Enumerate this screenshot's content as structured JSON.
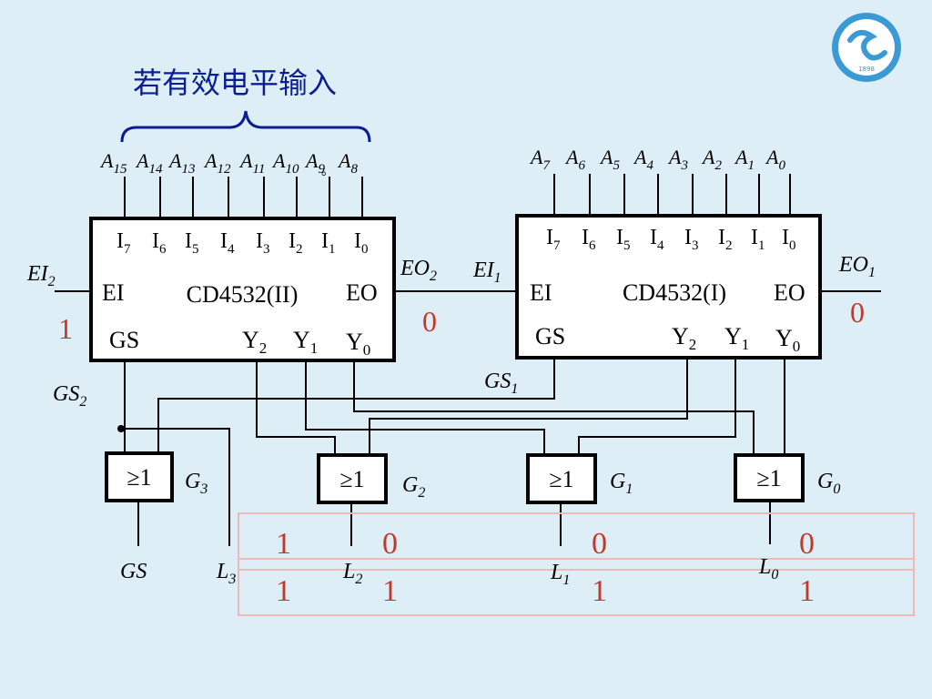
{
  "title": "若有效电平输入",
  "chip2": {
    "name": "CD4532(II)",
    "top_labels": [
      {
        "m": "A",
        "s": "15"
      },
      {
        "m": "A",
        "s": "14"
      },
      {
        "m": "A",
        "s": "13"
      },
      {
        "m": "A",
        "s": "12"
      },
      {
        "m": "A",
        "s": "11"
      },
      {
        "m": "A",
        "s": "10"
      },
      {
        "m": "A",
        "s": "9"
      },
      {
        "m": "A",
        "s": "8"
      }
    ],
    "pins": [
      {
        "m": "I",
        "s": "7"
      },
      {
        "m": "I",
        "s": "6"
      },
      {
        "m": "I",
        "s": "5"
      },
      {
        "m": "I",
        "s": "4"
      },
      {
        "m": "I",
        "s": "3"
      },
      {
        "m": "I",
        "s": "2"
      },
      {
        "m": "I",
        "s": "1"
      },
      {
        "m": "I",
        "s": "0"
      }
    ],
    "ei": "EI",
    "eo": "EO",
    "gs": "GS",
    "outs": [
      {
        "m": "Y",
        "s": "2"
      },
      {
        "m": "Y",
        "s": "1"
      },
      {
        "m": "Y",
        "s": "0"
      }
    ],
    "ei_ext": {
      "m": "EI",
      "s": "2"
    },
    "gs_ext": {
      "m": "GS",
      "s": "2"
    },
    "eo_ext": {
      "m": "EO",
      "s": "2"
    },
    "ei_value": "1",
    "eo_value": "0",
    "mark": "。"
  },
  "chip1": {
    "name": "CD4532(I)",
    "top_labels": [
      {
        "m": "A",
        "s": "7"
      },
      {
        "m": "A",
        "s": "6"
      },
      {
        "m": "A",
        "s": "5"
      },
      {
        "m": "A",
        "s": "4"
      },
      {
        "m": "A",
        "s": "3"
      },
      {
        "m": "A",
        "s": "2"
      },
      {
        "m": "A",
        "s": "1"
      },
      {
        "m": "A",
        "s": "0"
      }
    ],
    "pins": [
      {
        "m": "I",
        "s": "7"
      },
      {
        "m": "I",
        "s": "6"
      },
      {
        "m": "I",
        "s": "5"
      },
      {
        "m": "I",
        "s": "4"
      },
      {
        "m": "I",
        "s": "3"
      },
      {
        "m": "I",
        "s": "2"
      },
      {
        "m": "I",
        "s": "1"
      },
      {
        "m": "I",
        "s": "0"
      }
    ],
    "ei": "EI",
    "eo": "EO",
    "gs": "GS",
    "outs": [
      {
        "m": "Y",
        "s": "2"
      },
      {
        "m": "Y",
        "s": "1"
      },
      {
        "m": "Y",
        "s": "0"
      }
    ],
    "ei_ext": {
      "m": "EI",
      "s": "1"
    },
    "gs_ext": {
      "m": "GS",
      "s": "1"
    },
    "eo_ext": {
      "m": "EO",
      "s": "1"
    },
    "eo_value": "0"
  },
  "gates": [
    {
      "symbol": "≥1",
      "label": {
        "m": "G",
        "s": "3"
      }
    },
    {
      "symbol": "≥1",
      "label": {
        "m": "G",
        "s": "2"
      }
    },
    {
      "symbol": "≥1",
      "label": {
        "m": "G",
        "s": "1"
      }
    },
    {
      "symbol": "≥1",
      "label": {
        "m": "G",
        "s": "0"
      }
    }
  ],
  "outputs": {
    "gs": {
      "m": "GS",
      "s": ""
    },
    "l3": {
      "m": "L",
      "s": "3"
    },
    "l2": {
      "m": "L",
      "s": "2"
    },
    "l1": {
      "m": "L",
      "s": "1"
    },
    "l0": {
      "m": "L",
      "s": "0"
    }
  },
  "result_row1": [
    "1",
    "0",
    "0",
    "0"
  ],
  "result_row2": [
    "1",
    "1",
    "1",
    "1"
  ],
  "logo": {
    "year": "1898"
  }
}
